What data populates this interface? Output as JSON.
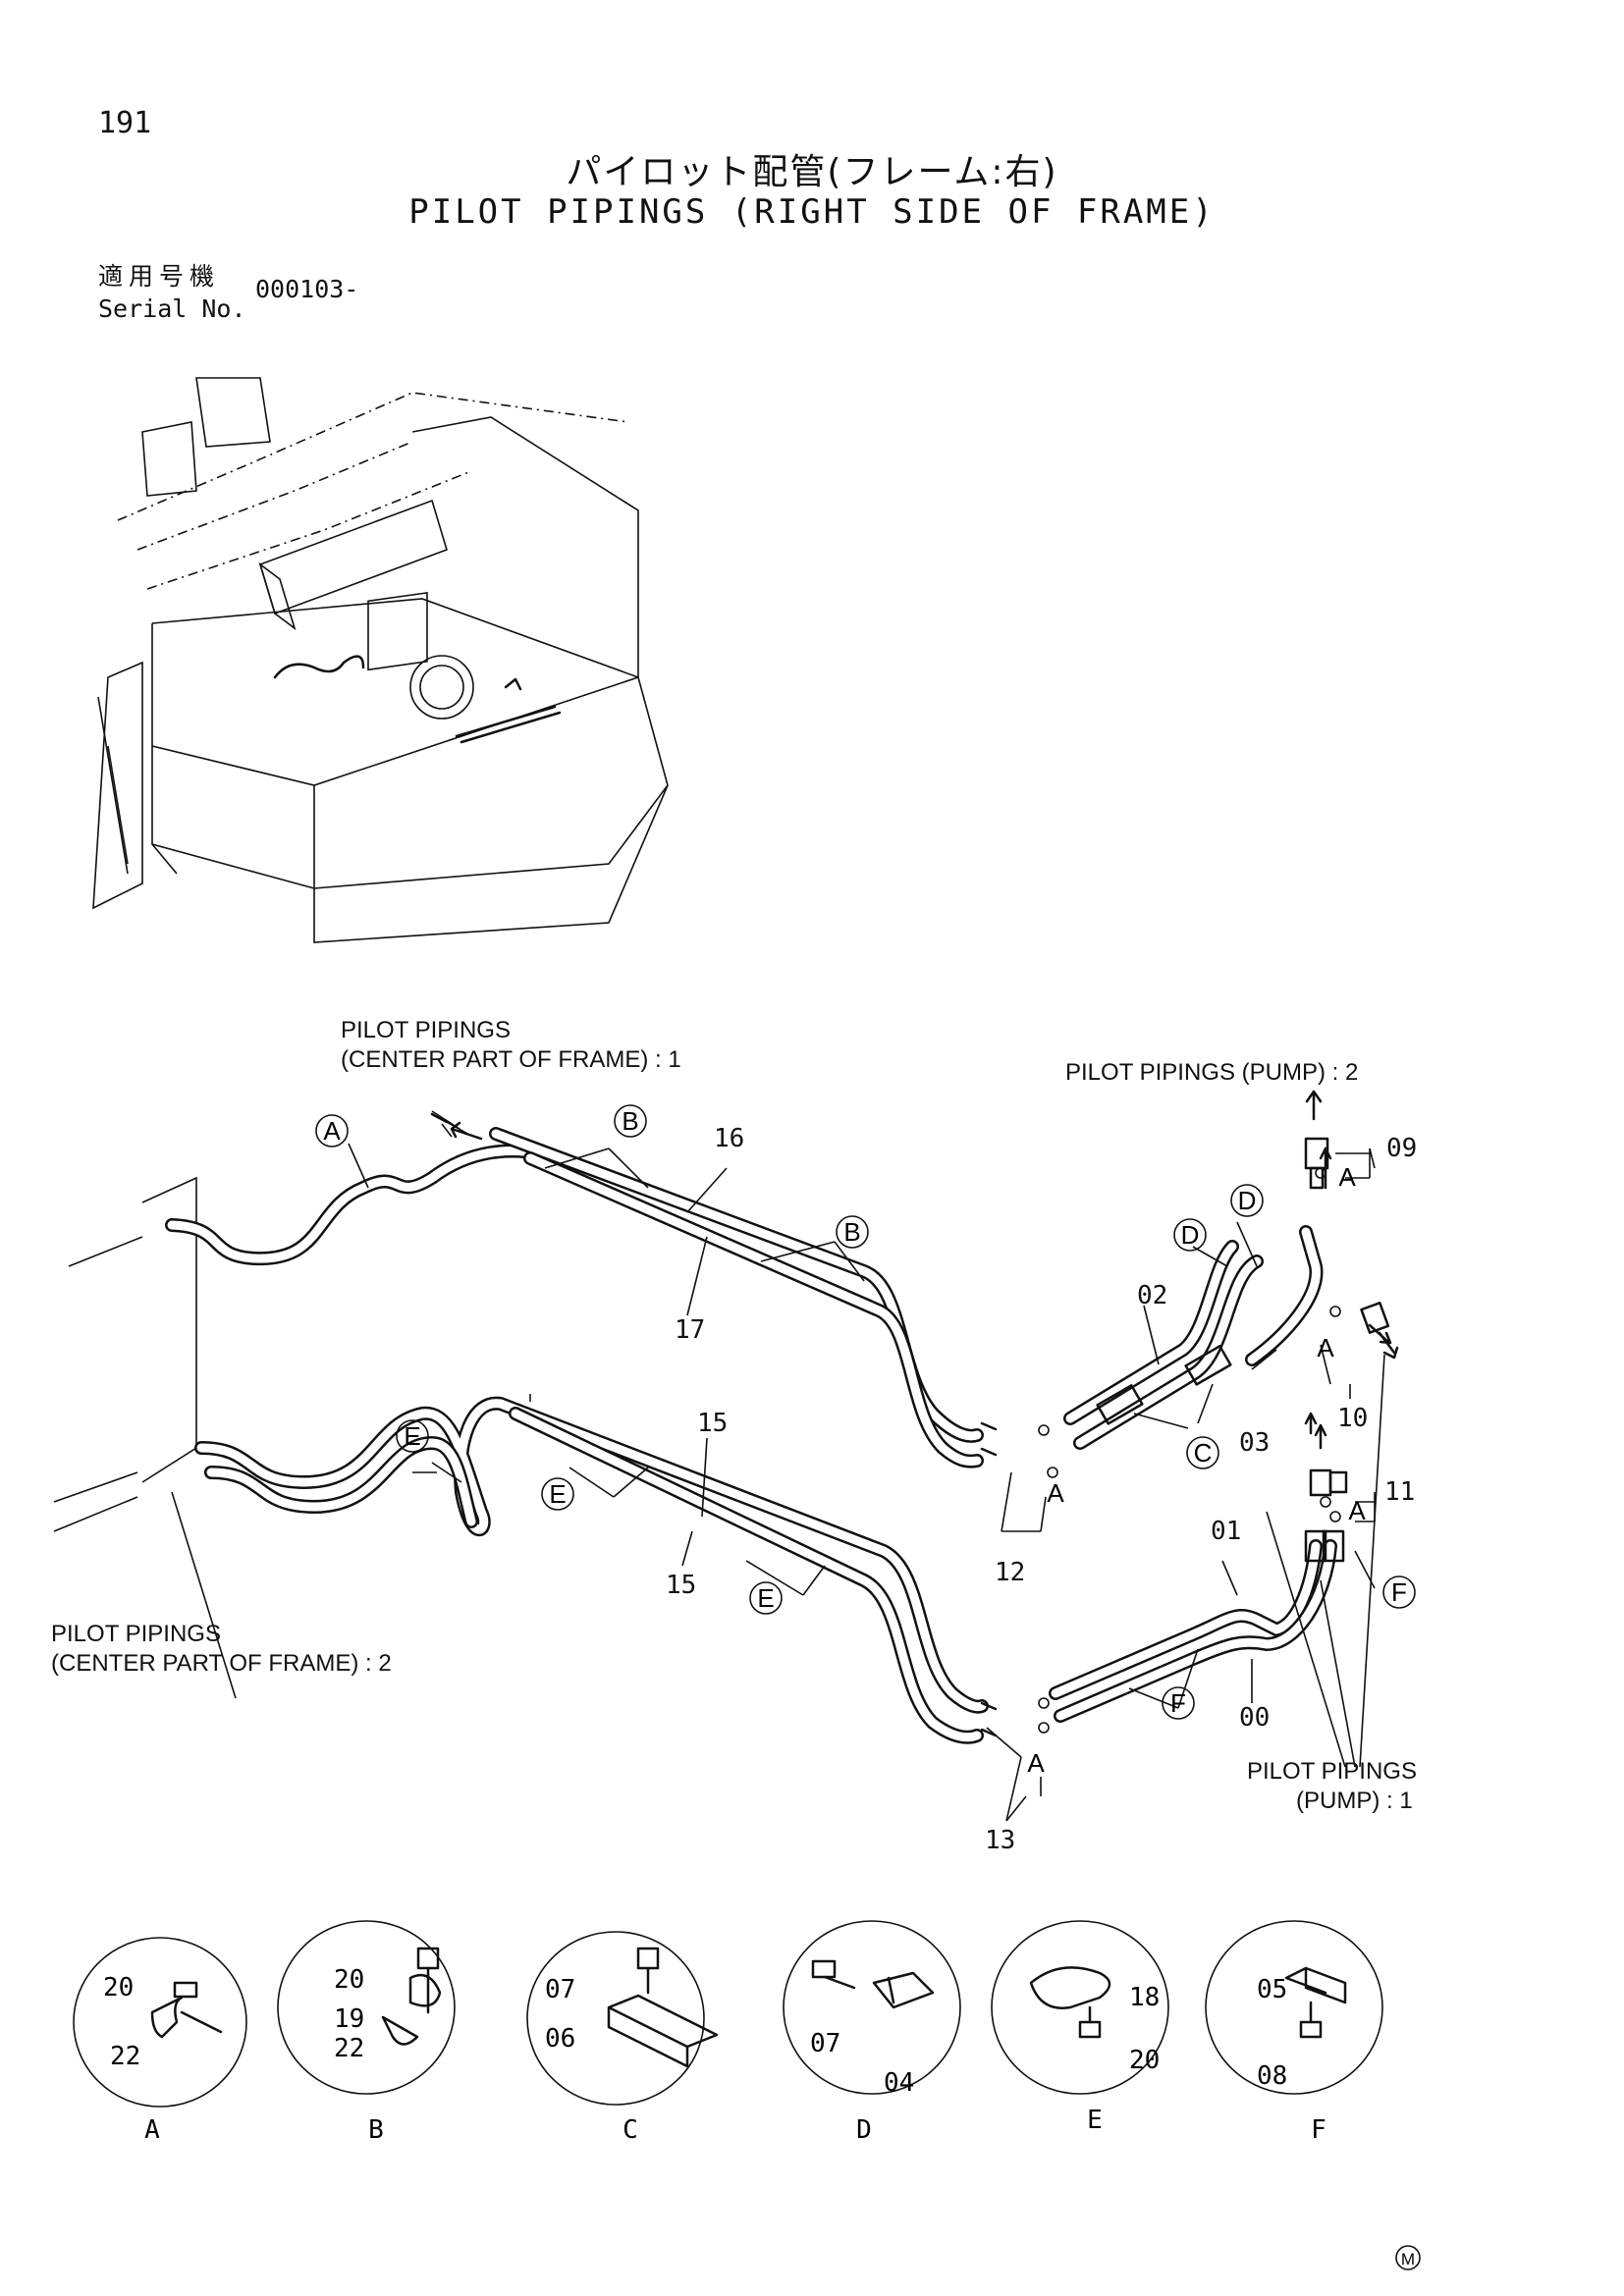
{
  "header": {
    "page_number": "191",
    "title_jp": "パイロット配管(フレーム:右)",
    "title_en": "PILOT PIPINGS (RIGHT SIDE OF FRAME)",
    "serial_label_jp": "適用号機",
    "serial_label_en": "Serial No.",
    "serial_value": "000103-"
  },
  "callouts": {
    "center_1_line1": "PILOT PIPINGS",
    "center_1_line2": "(CENTER PART OF FRAME) : 1",
    "pump_2": "PILOT PIPINGS (PUMP)  : 2",
    "center_2_line1": "PILOT PIPINGS",
    "center_2_line2": "(CENTER PART OF FRAME) : 2",
    "pump_1_line1": "PILOT PIPINGS",
    "pump_1_line2": "(PUMP)   : 1"
  },
  "part_numbers": {
    "p16": "16",
    "p17": "17",
    "p09": "09",
    "p02": "02",
    "p03": "03",
    "p10": "10",
    "p15a": "15",
    "p15b": "15",
    "p12": "12",
    "p11": "11",
    "p01": "01",
    "p00": "00",
    "p13": "13"
  },
  "bubbles": {
    "A": "A",
    "B": "B",
    "C": "C",
    "D": "D",
    "E": "E",
    "F": "F",
    "A_small": "A"
  },
  "details": [
    {
      "letter": "A",
      "parts": [
        "20",
        "22"
      ]
    },
    {
      "letter": "B",
      "parts": [
        "20",
        "19",
        "22"
      ]
    },
    {
      "letter": "C",
      "parts": [
        "07",
        "06"
      ]
    },
    {
      "letter": "D",
      "parts": [
        "07",
        "04"
      ]
    },
    {
      "letter": "E",
      "parts": [
        "18",
        "20"
      ]
    },
    {
      "letter": "F",
      "parts": [
        "05",
        "08"
      ]
    }
  ],
  "footer_mark": "M"
}
